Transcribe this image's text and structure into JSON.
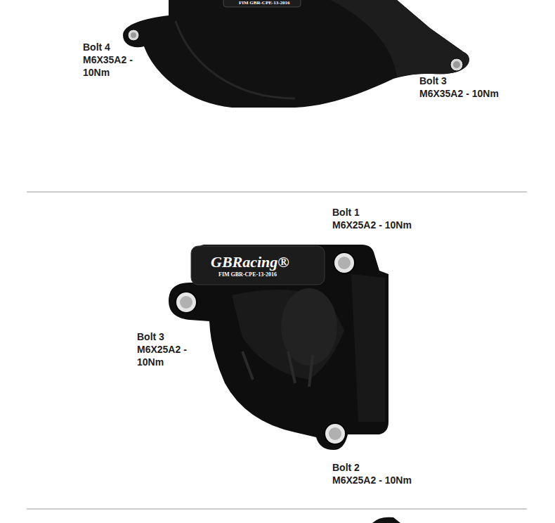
{
  "diagram": {
    "labels": [
      "FIM GBR-CPE-13-2016",
      "Bolt 4",
      "M6X35A2 - 10Nm",
      "Bolt 3",
      "M6X35A2 - 10Nm",
      "Bolt 1",
      "M6X25A2 - 10Nm",
      "GBRacing®",
      "FIM GBR-CPE-13-2016",
      "Bolt 3",
      "M6X25A2 - 10Nm",
      "Bolt 2",
      "M6X25A2 - 10Nm"
    ]
  }
}
